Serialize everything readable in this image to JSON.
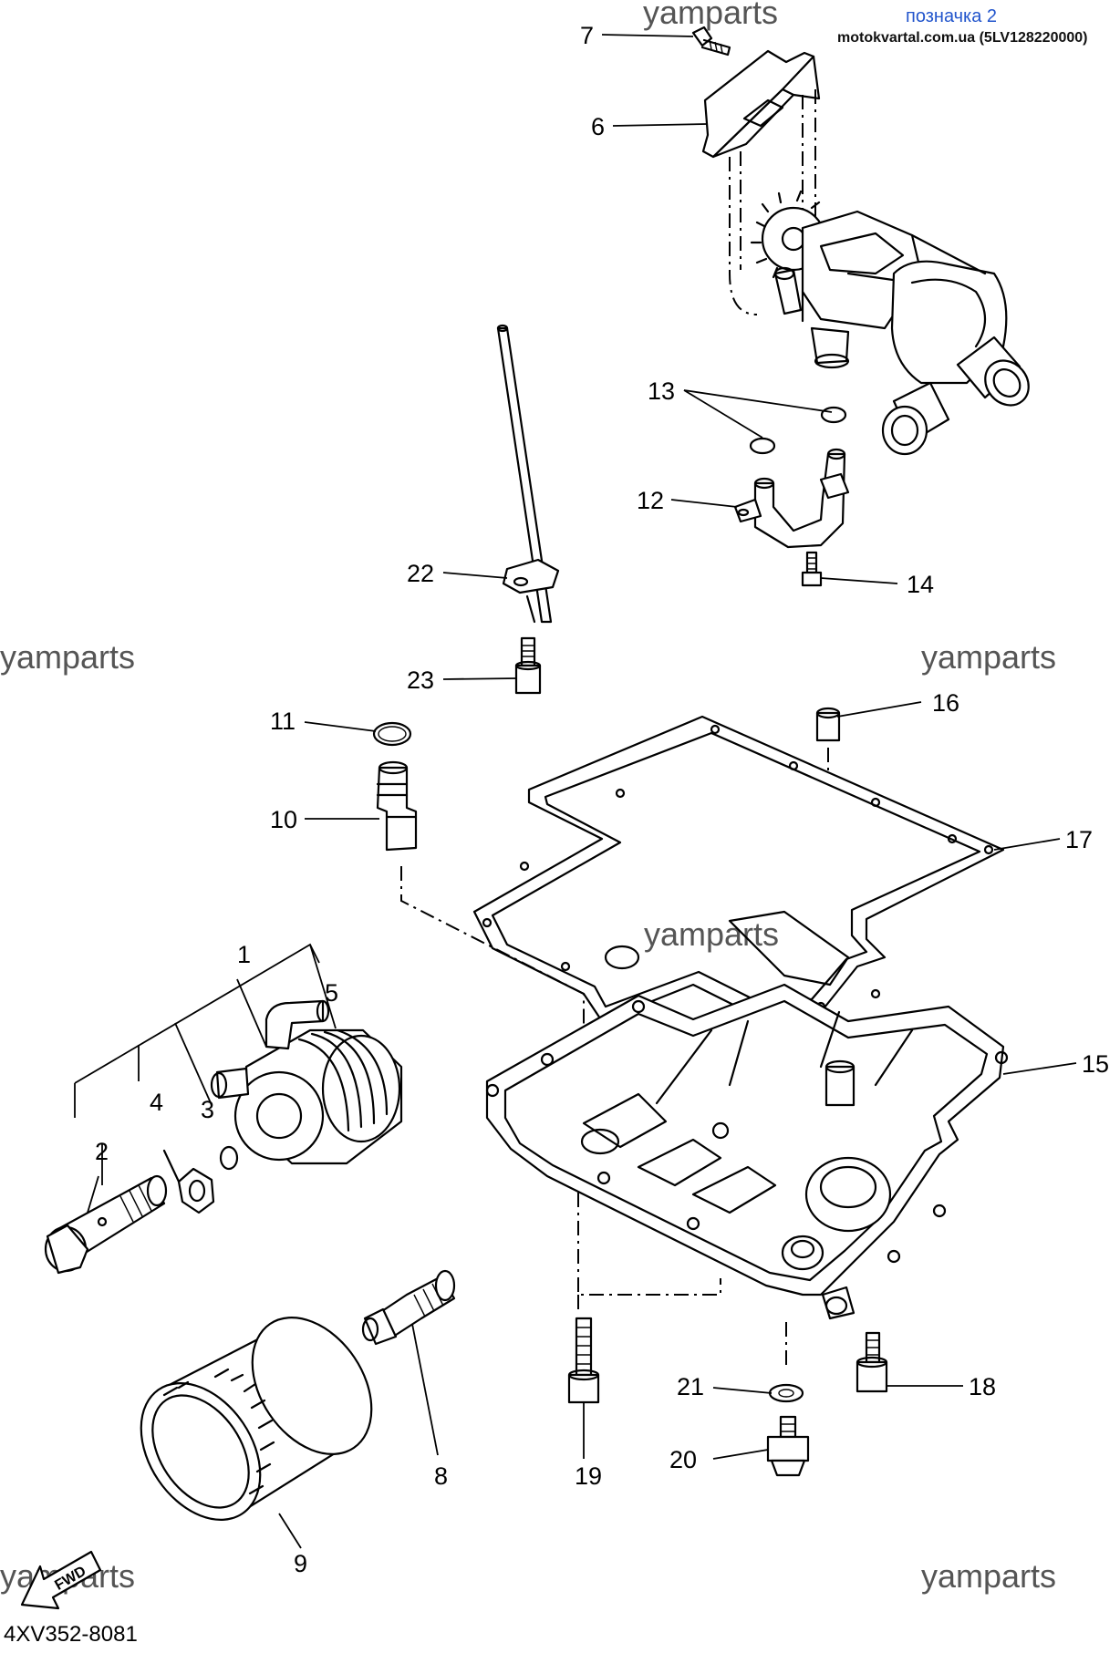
{
  "header": {
    "tag_label": "позначка 2",
    "site_ref": "motokvartal.com.ua (5LV128220000)"
  },
  "watermark": "yamparts",
  "diagram_code": "4XV352-8081",
  "fwd_marker": "FWD",
  "callouts": [
    "1",
    "2",
    "3",
    "4",
    "5",
    "6",
    "7",
    "8",
    "9",
    "10",
    "11",
    "12",
    "13",
    "14",
    "15",
    "16",
    "17",
    "18",
    "19",
    "20",
    "21",
    "22",
    "23"
  ]
}
